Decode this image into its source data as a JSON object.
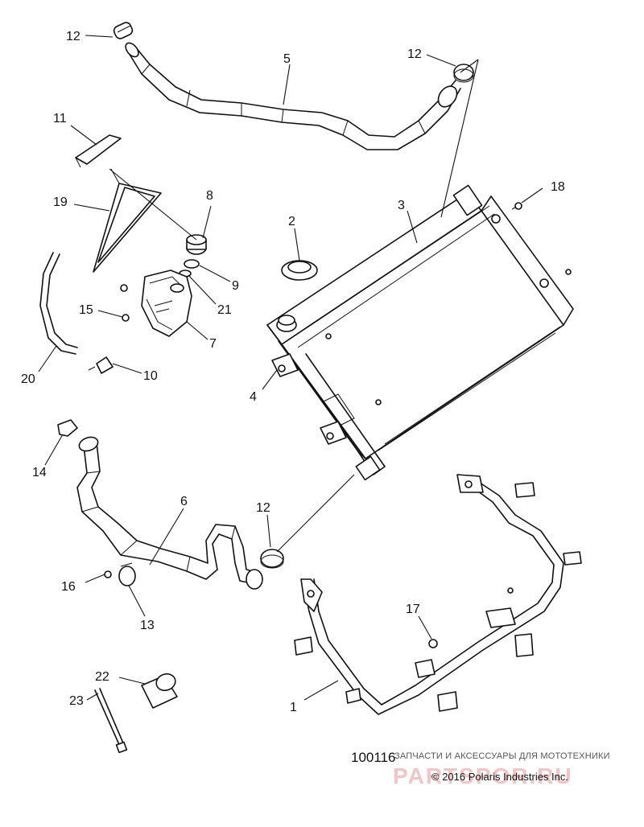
{
  "diagram": {
    "id": "100116",
    "copyright": "© 2016 Polaris Industries Inc.",
    "watermark": "ЗАПЧАСТИ И АКСЕССУАРЫ ДЛЯ МОТОТЕХНИКИ",
    "watermark_logo": "PARTSPOR.RU",
    "callouts": [
      "1",
      "2",
      "3",
      "4",
      "5",
      "6",
      "7",
      "8",
      "9",
      "10",
      "11",
      "12",
      "12",
      "12",
      "13",
      "14",
      "15",
      "16",
      "17",
      "18",
      "19",
      "20",
      "21",
      "22",
      "23"
    ]
  }
}
